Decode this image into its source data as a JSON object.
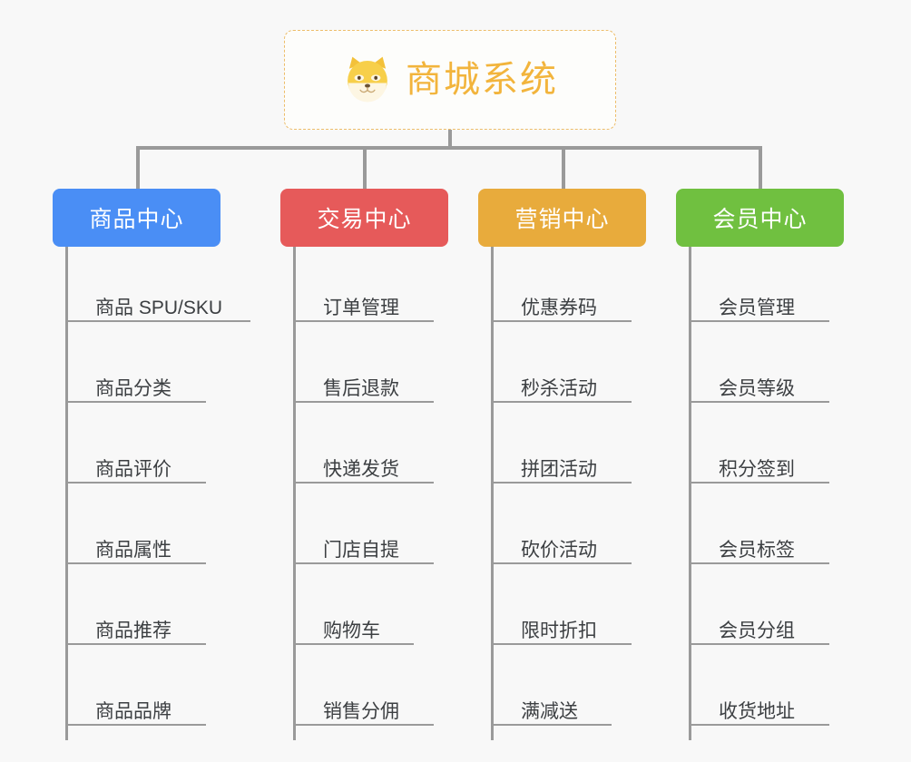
{
  "diagram": {
    "type": "tree-mindmap",
    "background_color": "#f8f8f8",
    "root": {
      "label": "商城系统",
      "icon": "shiba-dog-emoji",
      "text_color": "#f2b43c",
      "border_color": "#edbd6a",
      "background_color": "#fdfdfb"
    },
    "branches": [
      {
        "label": "商品中心",
        "color": "#4a8ef5",
        "items": [
          "商品 SPU/SKU",
          "商品分类",
          "商品评价",
          "商品属性",
          "商品推荐",
          "商品品牌"
        ]
      },
      {
        "label": "交易中心",
        "color": "#e65a5a",
        "items": [
          "订单管理",
          "售后退款",
          "快递发货",
          "门店自提",
          "购物车",
          "销售分佣"
        ]
      },
      {
        "label": "营销中心",
        "color": "#e8ab3c",
        "items": [
          "优惠券码",
          "秒杀活动",
          "拼团活动",
          "砍价活动",
          "限时折扣",
          "满减送"
        ]
      },
      {
        "label": "会员中心",
        "color": "#70c040",
        "items": [
          "会员管理",
          "会员等级",
          "积分签到",
          "会员标签",
          "会员分组",
          "收货地址"
        ]
      }
    ]
  }
}
